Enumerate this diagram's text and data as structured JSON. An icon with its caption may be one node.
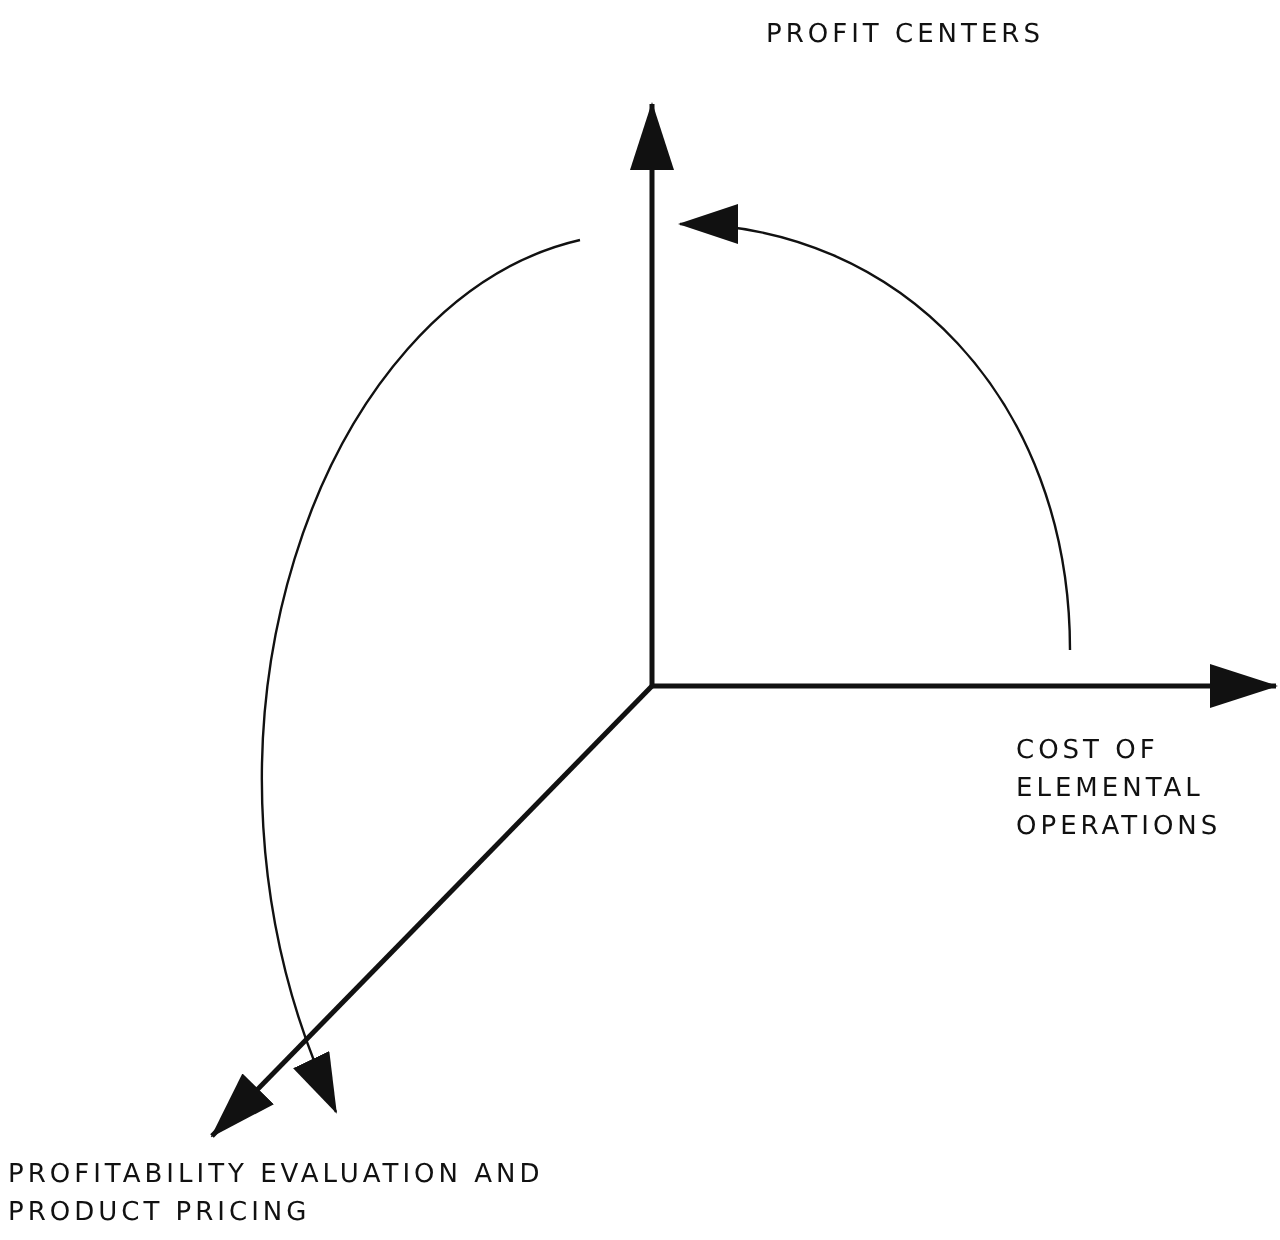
{
  "diagram": {
    "labels": [
      "PROFIT CENTERS",
      "COST OF ELEMENTAL OPERATIONS",
      "PROFITABILITY EVALUATION AND PRODUCT PRICING"
    ]
  }
}
